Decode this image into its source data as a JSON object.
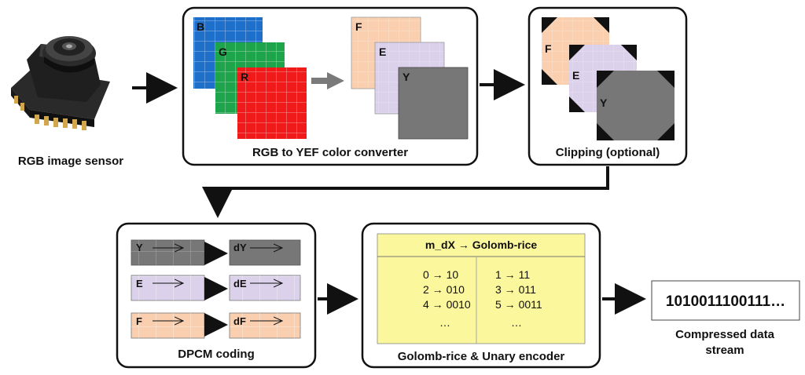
{
  "sensor": {
    "label": "RGB image sensor"
  },
  "converter": {
    "caption": "RGB to YEF color converter",
    "input_planes": [
      {
        "letter": "B",
        "color": "#1e6fc9"
      },
      {
        "letter": "G",
        "color": "#1ea44a"
      },
      {
        "letter": "R",
        "color": "#f01a1a"
      }
    ],
    "output_planes": [
      {
        "letter": "F",
        "color": "#f9cfb0"
      },
      {
        "letter": "E",
        "color": "#dcd1ea"
      },
      {
        "letter": "Y",
        "color": "#777777"
      }
    ]
  },
  "clipping": {
    "caption": "Clipping (optional)",
    "planes": [
      {
        "letter": "F",
        "color": "#f9cfb0"
      },
      {
        "letter": "E",
        "color": "#dcd1ea"
      },
      {
        "letter": "Y",
        "color": "#777777"
      }
    ]
  },
  "dpcm": {
    "caption": "DPCM coding",
    "rows": [
      {
        "in": "Y",
        "out": "dY",
        "color": "#777777"
      },
      {
        "in": "E",
        "out": "dE",
        "color": "#dcd1ea"
      },
      {
        "in": "F",
        "out": "dF",
        "color": "#f9cfb0"
      }
    ]
  },
  "encoder": {
    "caption": "Golomb-rice & Unary encoder",
    "table_header": "m_dX → Golomb-rice",
    "table_bg": "#fbf79c",
    "left_col": [
      "0 → 10",
      "2 → 010",
      "4 → 0010",
      "…"
    ],
    "right_col": [
      "1 → 11",
      "3 → 011",
      "5 → 0011",
      "…"
    ]
  },
  "output": {
    "bitstream": "1010011100111…",
    "caption_line1": "Compressed data",
    "caption_line2": "stream"
  }
}
